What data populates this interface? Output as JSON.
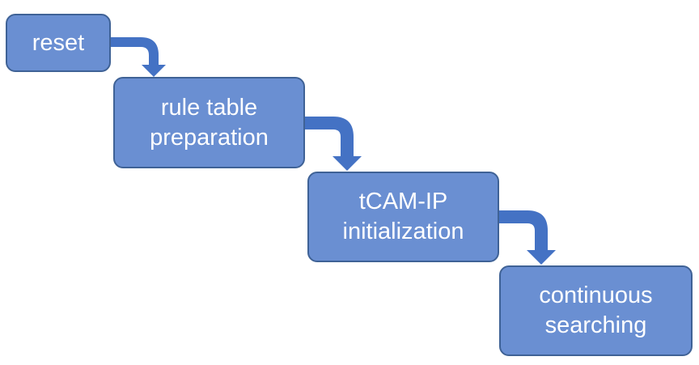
{
  "colors": {
    "box_fill": "#6a8fd2",
    "box_border": "#3f6296",
    "arrow_fill": "#4472c4",
    "text": "#ffffff"
  },
  "steps": [
    {
      "label": "reset"
    },
    {
      "label": "rule table\npreparation"
    },
    {
      "label": "tCAM-IP\ninitialization"
    },
    {
      "label": "continuous\nsearching"
    }
  ],
  "connectors": [
    {
      "from": "reset",
      "to": "rule table preparation",
      "icon": "bent-arrow-down-icon"
    },
    {
      "from": "rule table preparation",
      "to": "tCAM-IP initialization",
      "icon": "bent-arrow-down-icon"
    },
    {
      "from": "tCAM-IP initialization",
      "to": "continuous searching",
      "icon": "bent-arrow-down-icon"
    }
  ]
}
